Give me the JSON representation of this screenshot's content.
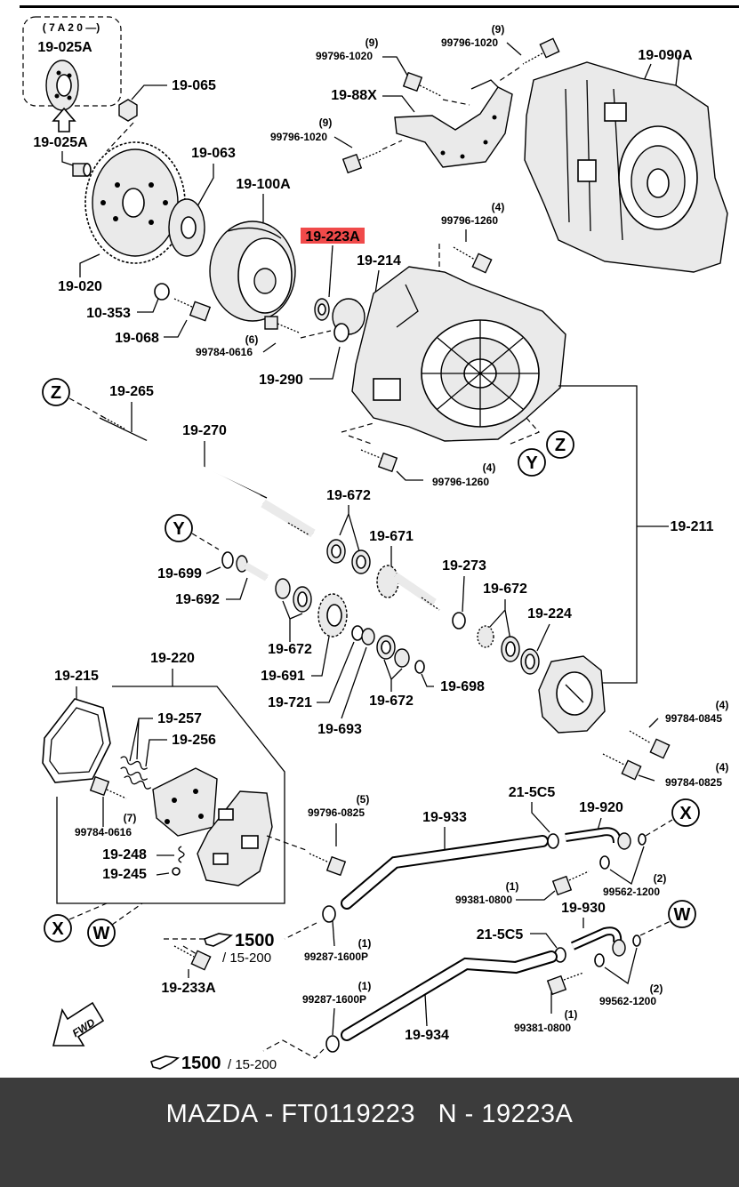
{
  "labels": {
    "l_19025A_top": "19-025A",
    "l_7A20": "( 7 A 2 0 —)",
    "l_19065": "19-065",
    "l_19025A": "19-025A",
    "l_19063": "19-063",
    "l_19020": "19-020",
    "l_10353": "10-353",
    "l_19068": "19-068",
    "l_19100A": "19-100A",
    "l_19223A": "19-223A",
    "l_19214": "19-214",
    "l_19290": "19-290",
    "l_99784_0616": "99784-0616",
    "l_q6": "(6)",
    "l_19088X": "19-88X",
    "l_99796_1020_a": "99796-1020",
    "l_q9_a": "(9)",
    "l_99796_1020_b": "99796-1020",
    "l_q9_b": "(9)",
    "l_99796_1020_c": "99796-1020",
    "l_q9_c": "(9)",
    "l_19090A": "19-090A",
    "l_99796_1260_top": "99796-1260",
    "l_q4_top": "(4)",
    "l_99796_1260_bot": "99796-1260",
    "l_q4_bot": "(4)",
    "l_19265": "19-265",
    "l_19270": "19-270",
    "l_19672_a": "19-672",
    "l_19671": "19-671",
    "l_19699": "19-699",
    "l_19692": "19-692",
    "l_19672_b": "19-672",
    "l_19691": "19-691",
    "l_19721": "19-721",
    "l_19693": "19-693",
    "l_19672_c": "19-672",
    "l_19698": "19-698",
    "l_19273": "19-273",
    "l_19672_d": "19-672",
    "l_19224": "19-224",
    "l_19211": "19-211",
    "l_99784_0845": "99784-0845",
    "l_q4_0845": "(4)",
    "l_99784_0825": "99784-0825",
    "l_q4_0825": "(4)",
    "l_19215": "19-215",
    "l_19220": "19-220",
    "l_19257": "19-257",
    "l_19256": "19-256",
    "l_99784_0616_b": "99784-0616",
    "l_q7": "(7)",
    "l_19248": "19-248",
    "l_19245": "19-245",
    "l_99796_0825": "99796-0825",
    "l_q5": "(5)",
    "l_19933": "19-933",
    "l_215C5_a": "21-5C5",
    "l_19920": "19-920",
    "l_99381_0800_a": "99381-0800",
    "l_q1_a": "(1)",
    "l_99562_1200_a": "99562-1200",
    "l_q2_a": "(2)",
    "l_1500_a": "1500",
    "l_15200_a": "/ 15-200",
    "l_99287_1600P_a": "99287-1600P",
    "l_q1_b": "(1)",
    "l_19233A": "19-233A",
    "l_19930": "19-930",
    "l_215C5_b": "21-5C5",
    "l_99562_1200_b": "99562-1200",
    "l_q2_b": "(2)",
    "l_99287_1600P_b": "99287-1600P",
    "l_q1_c": "(1)",
    "l_19934": "19-934",
    "l_99381_0800_b": "99381-0800",
    "l_q1_d": "(1)",
    "l_1500_b": "1500",
    "l_15200_b": "/ 15-200",
    "fwd": "FWD"
  },
  "markers": {
    "Z1": "Z",
    "Z2": "Z",
    "Y1": "Y",
    "Y2": "Y",
    "X1": "X",
    "X2": "X",
    "W1": "W",
    "W2": "W"
  },
  "footer": {
    "text": "MAZDA - FT0119223   N - 19223A"
  },
  "highlight": {
    "color": "#f04a4a"
  }
}
